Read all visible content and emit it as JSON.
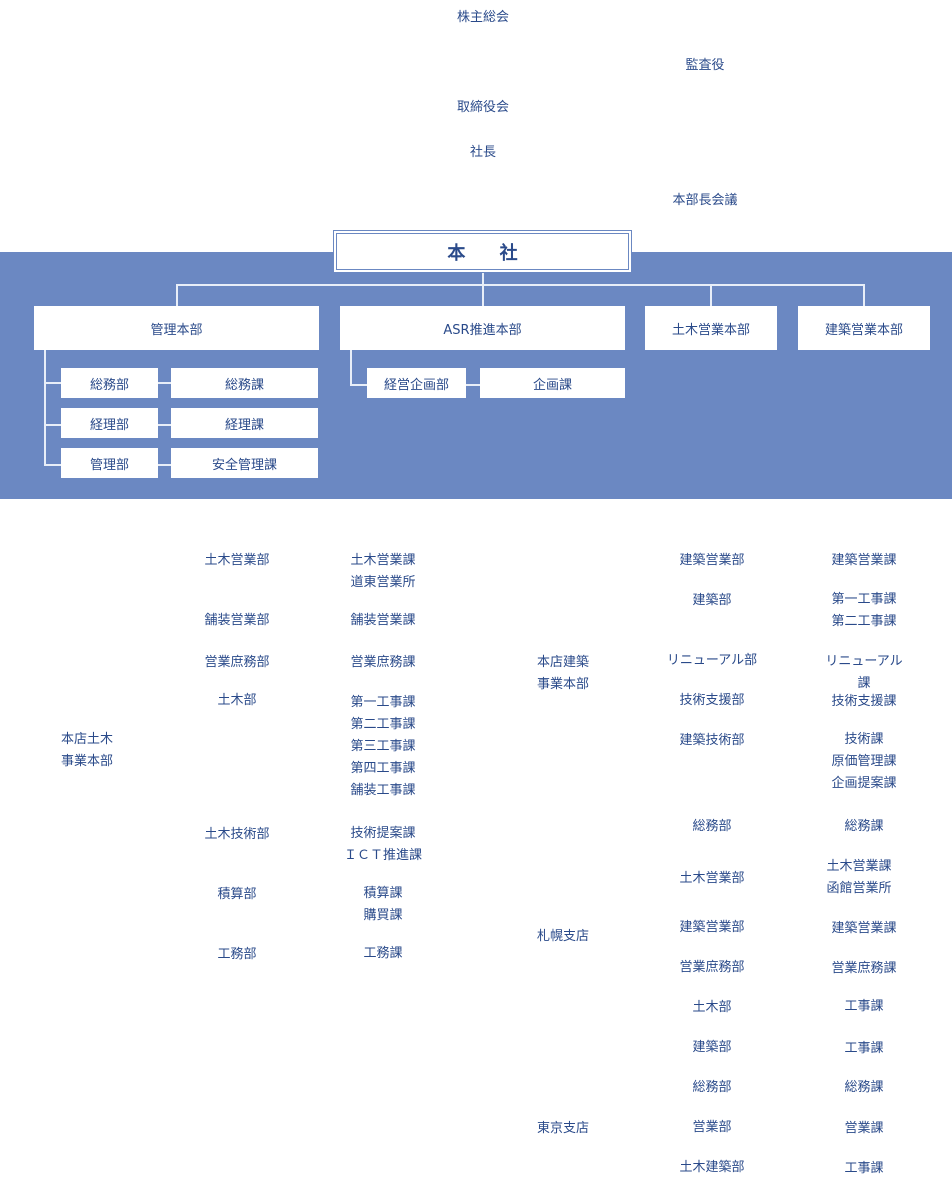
{
  "top": {
    "shareholders": "株主総会",
    "auditor": "監査役",
    "board": "取締役会",
    "president": "社長",
    "division_meeting": "本部長会議"
  },
  "headquarters": {
    "title": "本 社",
    "divisions": {
      "admin": {
        "label": "管理本部",
        "departments": [
          {
            "dept": "総務部",
            "section": "総務課"
          },
          {
            "dept": "経理部",
            "section": "経理課"
          },
          {
            "dept": "管理部",
            "section": "安全管理課"
          }
        ]
      },
      "asr": {
        "label": "ASR推進本部",
        "dept": "経営企画部",
        "section": "企画課"
      },
      "civil_sales": {
        "label": "土木営業本部"
      },
      "arch_sales": {
        "label": "建築営業本部"
      }
    }
  },
  "civil_hq": {
    "label": "本店土木\n事業本部",
    "rows": [
      {
        "dept": "土木営業部",
        "sections": "土木営業課\n道東営業所"
      },
      {
        "dept": "舗装営業部",
        "sections": "舗装営業課"
      },
      {
        "dept": "営業庶務部",
        "sections": "営業庶務課"
      },
      {
        "dept": "土木部",
        "sections": "第一工事課\n第二工事課\n第三工事課\n第四工事課\n舗装工事課"
      },
      {
        "dept": "土木技術部",
        "sections": "技術提案課\nＩＣＴ推進課"
      },
      {
        "dept": "積算部",
        "sections": "積算課\n購買課"
      },
      {
        "dept": "工務部",
        "sections": "工務課"
      }
    ]
  },
  "arch_hq": {
    "label": "本店建築\n事業本部",
    "rows": [
      {
        "dept": "建築営業部",
        "sections": "建築営業課"
      },
      {
        "dept": "建築部",
        "sections": "第一工事課\n第二工事課"
      },
      {
        "dept": "リニューアル部",
        "sections": "リニューアル課"
      },
      {
        "dept": "技術支援部",
        "sections": "技術支援課"
      },
      {
        "dept": "建築技術部",
        "sections": "技術課\n原価管理課\n企画提案課"
      }
    ]
  },
  "sapporo": {
    "label": "札幌支店",
    "rows": [
      {
        "dept": "総務部",
        "sections": "総務課"
      },
      {
        "dept": "土木営業部",
        "sections": "土木営業課\n函館営業所"
      },
      {
        "dept": "建築営業部",
        "sections": "建築営業課"
      },
      {
        "dept": "営業庶務部",
        "sections": "営業庶務課"
      },
      {
        "dept": "土木部",
        "sections": "工事課"
      },
      {
        "dept": "建築部",
        "sections": "工事課"
      }
    ]
  },
  "tokyo": {
    "label": "東京支店",
    "rows": [
      {
        "dept": "総務部",
        "sections": "総務課"
      },
      {
        "dept": "営業部",
        "sections": "営業課"
      },
      {
        "dept": "土木建築部",
        "sections": "工事課"
      }
    ]
  }
}
